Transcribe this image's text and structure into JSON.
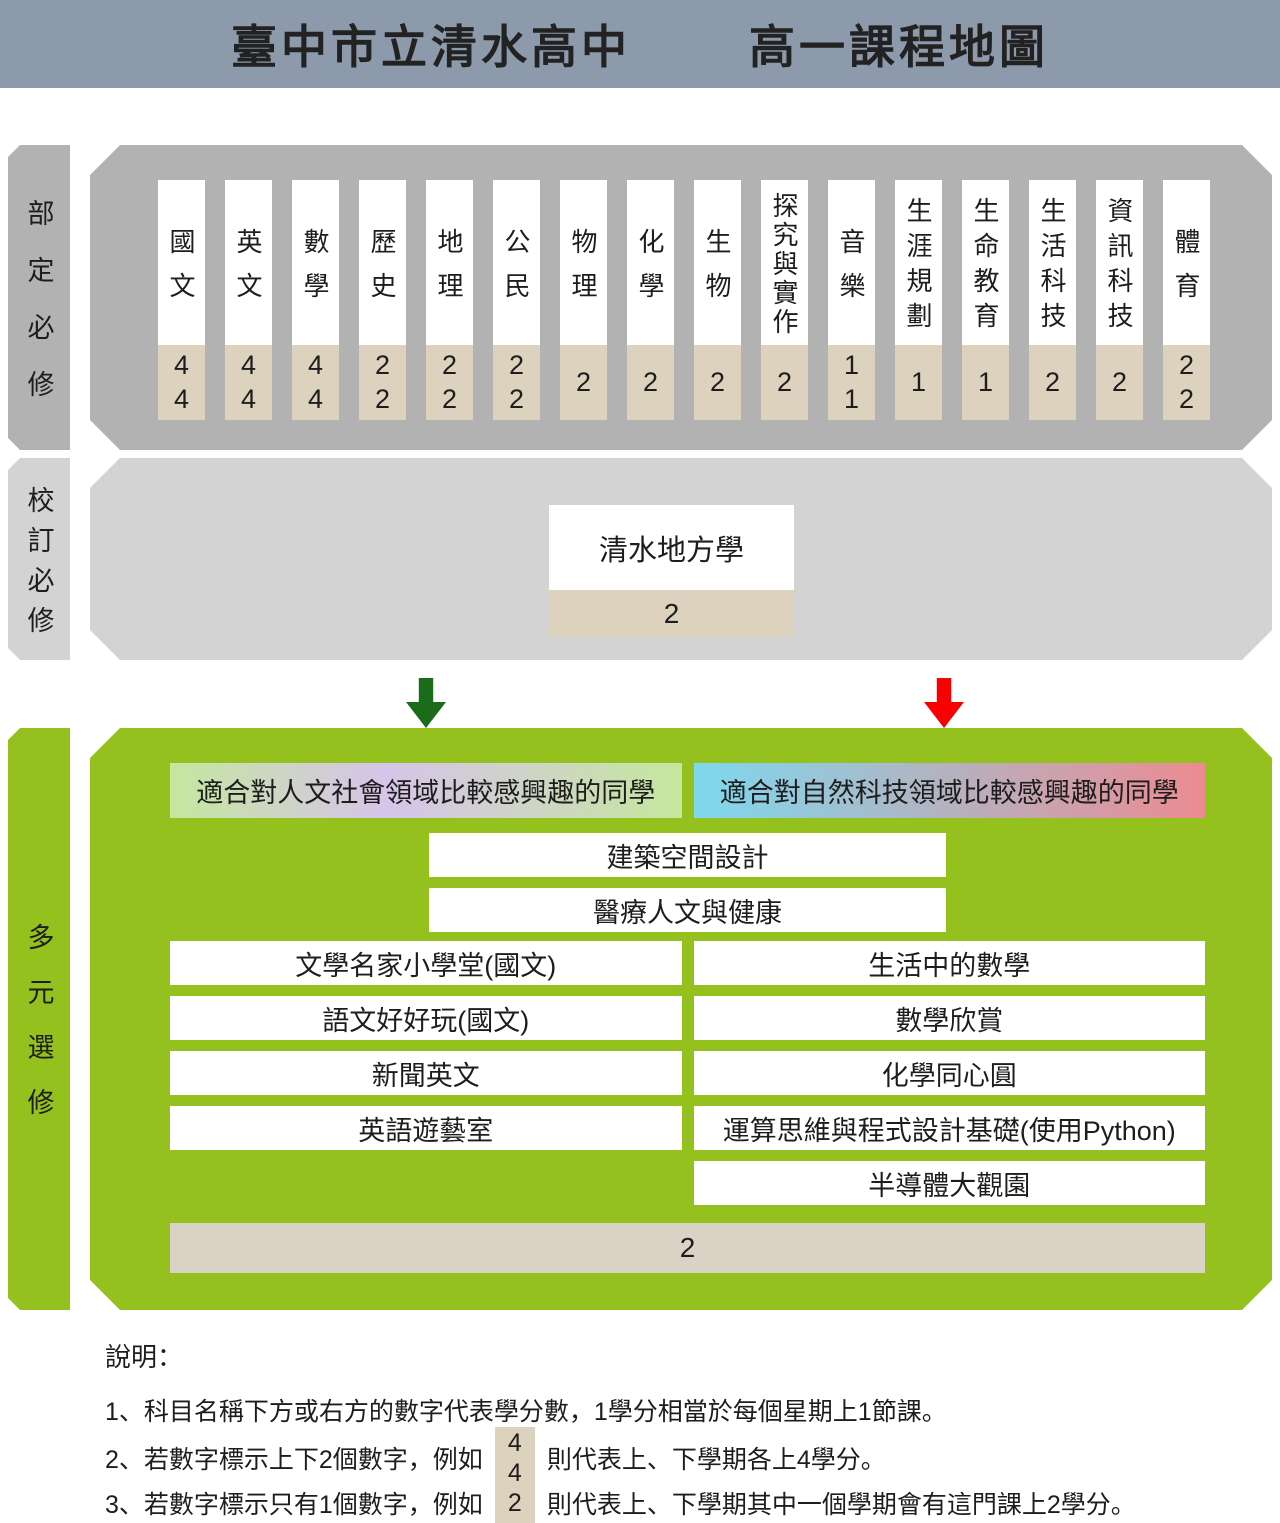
{
  "header": {
    "title_school": "臺中市立清水高中",
    "title_map": "高一課程地圖"
  },
  "sections": {
    "ministry": {
      "label": "部定必修",
      "subjects": [
        {
          "name": "國文",
          "credits": "4\n4"
        },
        {
          "name": "英文",
          "credits": "4\n4"
        },
        {
          "name": "數學",
          "credits": "4\n4"
        },
        {
          "name": "歷史",
          "credits": "2\n2"
        },
        {
          "name": "地理",
          "credits": "2\n2"
        },
        {
          "name": "公民",
          "credits": "2\n2"
        },
        {
          "name": "物理",
          "credits": "2"
        },
        {
          "name": "化學",
          "credits": "2"
        },
        {
          "name": "生物",
          "credits": "2"
        },
        {
          "name": "探究與實作",
          "credits": "2"
        },
        {
          "name": "音樂",
          "credits": "1\n1"
        },
        {
          "name": "生涯規劃",
          "credits": "1"
        },
        {
          "name": "生命教育",
          "credits": "1"
        },
        {
          "name": "生活科技",
          "credits": "2"
        },
        {
          "name": "資訊科技",
          "credits": "2"
        },
        {
          "name": "體育",
          "credits": "2\n2"
        }
      ]
    },
    "school": {
      "label": "校訂必修",
      "course": {
        "name": "清水地方學",
        "credits": "2"
      }
    },
    "electives": {
      "label": "多元選修",
      "left_header": "適合對人文社會領域比較感興趣的同學",
      "right_header": "適合對自然科技領域比較感興趣的同學",
      "center_courses": [
        "建築空間設計",
        "醫療人文與健康"
      ],
      "left_courses": [
        "文學名家小學堂(國文)",
        "語文好好玩(國文)",
        "新聞英文",
        "英語遊藝室"
      ],
      "right_courses": [
        "生活中的數學",
        "數學欣賞",
        "化學同心圓",
        "運算思維與程式設計基礎(使用Python)",
        "半導體大觀園"
      ],
      "credits": "2"
    }
  },
  "notes": {
    "title": "說明：",
    "note1": "1、科目名稱下方或右方的數字代表學分數，1學分相當於每個星期上1節課。",
    "note2_prefix": "2、若數字標示上下2個數字，例如",
    "note2_example": "4\n4",
    "note2_suffix": "則代表上、下學期各上4學分。",
    "note3_prefix": "3、若數字標示只有1個數字，例如",
    "note3_example": "2",
    "note3_suffix": "則代表上、下學期其中一個學期會有這門課上2學分。"
  },
  "colors": {
    "title_bar": "#8c9aab",
    "ministry_gray": "#b2b2b2",
    "school_gray": "#d3d3d3",
    "credit_tan": "#ddd2bd",
    "electives_green": "#94c11e",
    "arrow_green": "#1a6b1a",
    "arrow_red": "#fb0000",
    "humanities_gradient": [
      "#c5e79e",
      "#d6c4ea",
      "#c5e79e"
    ],
    "science_gradient": [
      "#7ed8ee",
      "#ec8b91"
    ]
  }
}
